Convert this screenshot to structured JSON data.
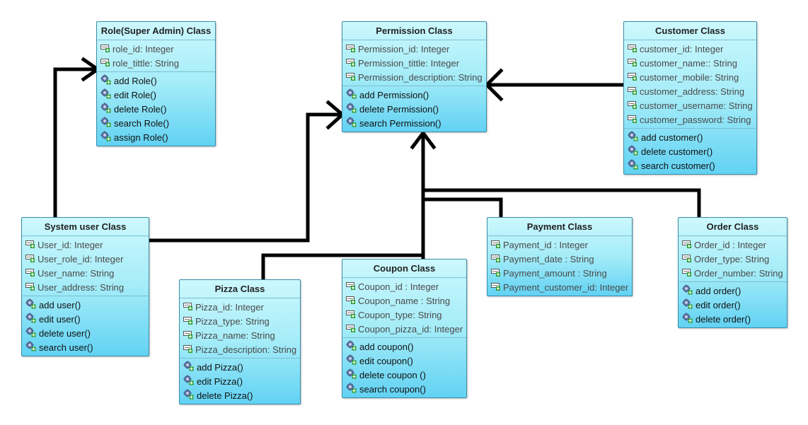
{
  "classes": {
    "role": {
      "title": "Role(Super Admin) Class",
      "attributes": [
        "role_id: Integer",
        "role_tittle: String"
      ],
      "operations": [
        "add Role()",
        "edit Role()",
        "delete Role()",
        "search Role()",
        "assign Role()"
      ]
    },
    "permission": {
      "title": "Permission Class",
      "attributes": [
        "Permission_id: Integer",
        "Permission_tittle: Integer",
        "Permission_description: String"
      ],
      "operations": [
        "add Permission()",
        "delete Permission()",
        "search Permission()"
      ]
    },
    "customer": {
      "title": "Customer Class",
      "attributes": [
        "customer_id: Integer",
        "customer_name:: String",
        "customer_mobile: String",
        "customer_address: String",
        "customer_username: String",
        "customer_password: String"
      ],
      "operations": [
        "add customer()",
        "delete customer()",
        "search customer()"
      ]
    },
    "system_user": {
      "title": "System user Class",
      "attributes": [
        "User_id: Integer",
        "User_role_id: Integer",
        "User_name: String",
        "User_address: String"
      ],
      "operations": [
        "add user()",
        "edit user()",
        "delete user()",
        "search user()"
      ]
    },
    "pizza": {
      "title": "Pizza Class",
      "attributes": [
        "Pizza_id: Integer",
        "Pizza_type: String",
        "Pizza_name: String",
        "Pizza_description: String"
      ],
      "operations": [
        "add Pizza()",
        "edit Pizza()",
        "delete Pizza()"
      ]
    },
    "coupon": {
      "title": "Coupon Class",
      "attributes": [
        "Coupon_id : Integer",
        "Coupon_name : String",
        "Coupon_type: String",
        "Coupon_pizza_id: Integer"
      ],
      "operations": [
        "add coupon()",
        "edit coupon()",
        "delete coupon ()",
        "search coupon()"
      ]
    },
    "payment": {
      "title": "Payment Class",
      "attributes": [
        "Payment_id : Integer",
        "Payment_date : String",
        "Payment_amount : String",
        "Payment_customer_id: Integer"
      ],
      "operations": []
    },
    "order": {
      "title": "Order Class",
      "attributes": [
        "Order_id : Integer",
        "Order_type: String",
        "Order_number: String"
      ],
      "operations": [
        "add order()",
        "edit order()",
        "delete order()"
      ]
    }
  },
  "colors": {
    "class_fill_top": "#ccf8fd",
    "class_fill_bottom": "#62d2f3",
    "border": "#3a8fa8",
    "connector": "#000000"
  },
  "icons": {
    "attribute": "attribute-icon",
    "operation": "operation-gear-icon"
  }
}
